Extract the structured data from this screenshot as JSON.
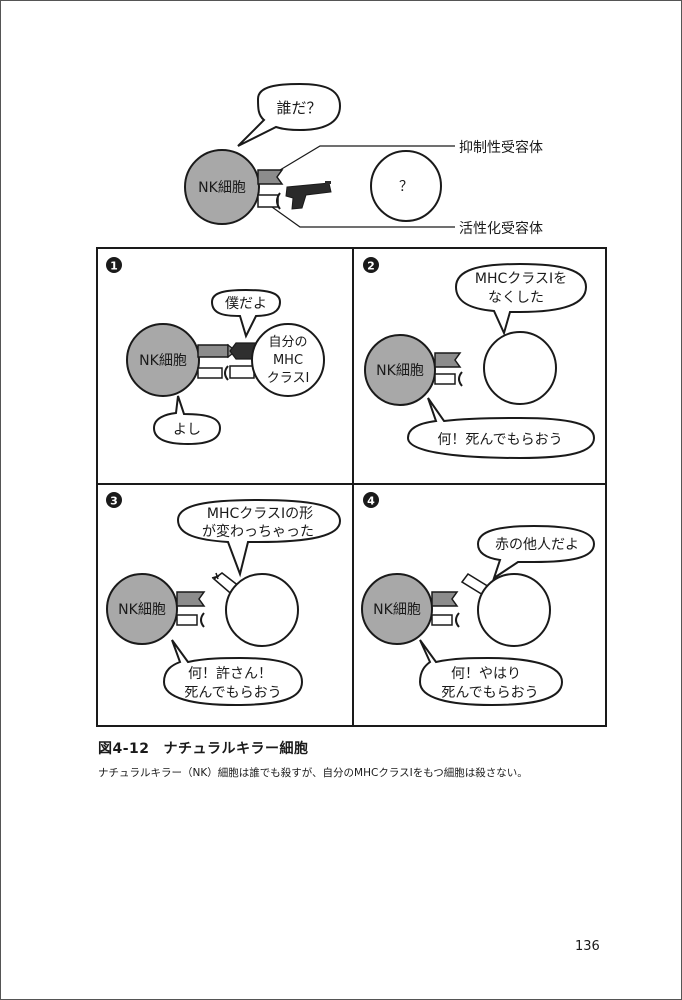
{
  "top_diagram": {
    "speech": "誰だ？",
    "cell": "NK細胞",
    "unknown_cell": "？",
    "inhibitory_receptor": "抑制性受容体",
    "activating_receptor": "活性化受容体"
  },
  "panels": [
    {
      "number": "1",
      "cell": "NK細胞",
      "target": [
        "自分の",
        "MHC",
        "クラスⅠ"
      ],
      "speech_target": [
        "僕だよ"
      ],
      "speech_nk": [
        "よし"
      ]
    },
    {
      "number": "2",
      "cell": "NK細胞",
      "speech_target": [
        "MHCクラスⅠを",
        "なくした"
      ],
      "speech_nk": [
        "何！死んでもらおう"
      ]
    },
    {
      "number": "3",
      "cell": "NK細胞",
      "speech_target": [
        "MHCクラスⅠの形",
        "が変わっちゃった"
      ],
      "speech_nk": [
        "何！許さん！",
        "死んでもらおう"
      ]
    },
    {
      "number": "4",
      "cell": "NK細胞",
      "speech_target": [
        "赤の他人だよ"
      ],
      "speech_nk": [
        "何！やはり",
        "死んでもらおう"
      ]
    }
  ],
  "caption": {
    "figure_number": "図4-12",
    "title": "ナチュラルキラー細胞",
    "text": "ナチュラルキラー（NK）細胞は誰でも殺すが、自分のMHCクラスⅠをもつ細胞は殺さない。"
  },
  "page_number": "136",
  "colors": {
    "cell_fill": "#a8a8a8",
    "receptor_fill": "#8c8c8c",
    "ink": "#1a1a1a"
  }
}
